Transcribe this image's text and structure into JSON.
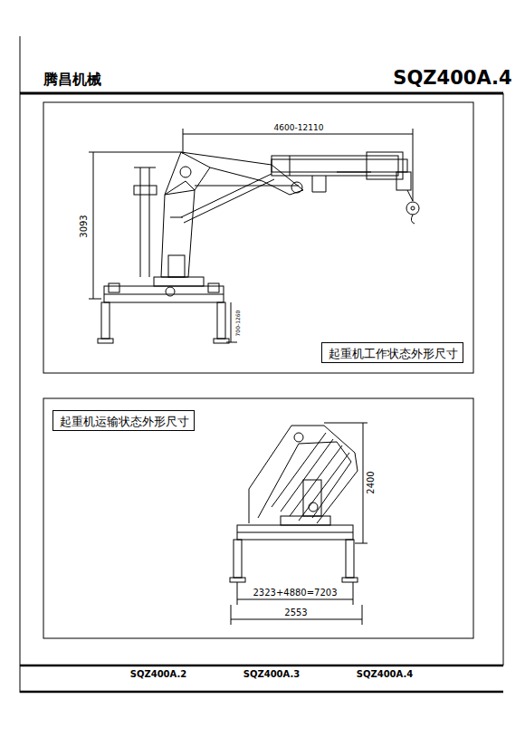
{
  "diagram": {
    "nodes": [
      {
        "text": [
          "起重机工作状态外形尺寸"
        ]
      },
      {
        "text": [
          "起重机运输状态外形尺寸"
        ]
      }
    ],
    "labels": [
      "腾昌机械",
      "SQZ400A.4",
      "4600-12110",
      "3093",
      "700-1260",
      "2400",
      "2323+4880=7203",
      "2553",
      "SQZ400A.2",
      "SQZ400A.3",
      "SQZ400A.4"
    ]
  }
}
